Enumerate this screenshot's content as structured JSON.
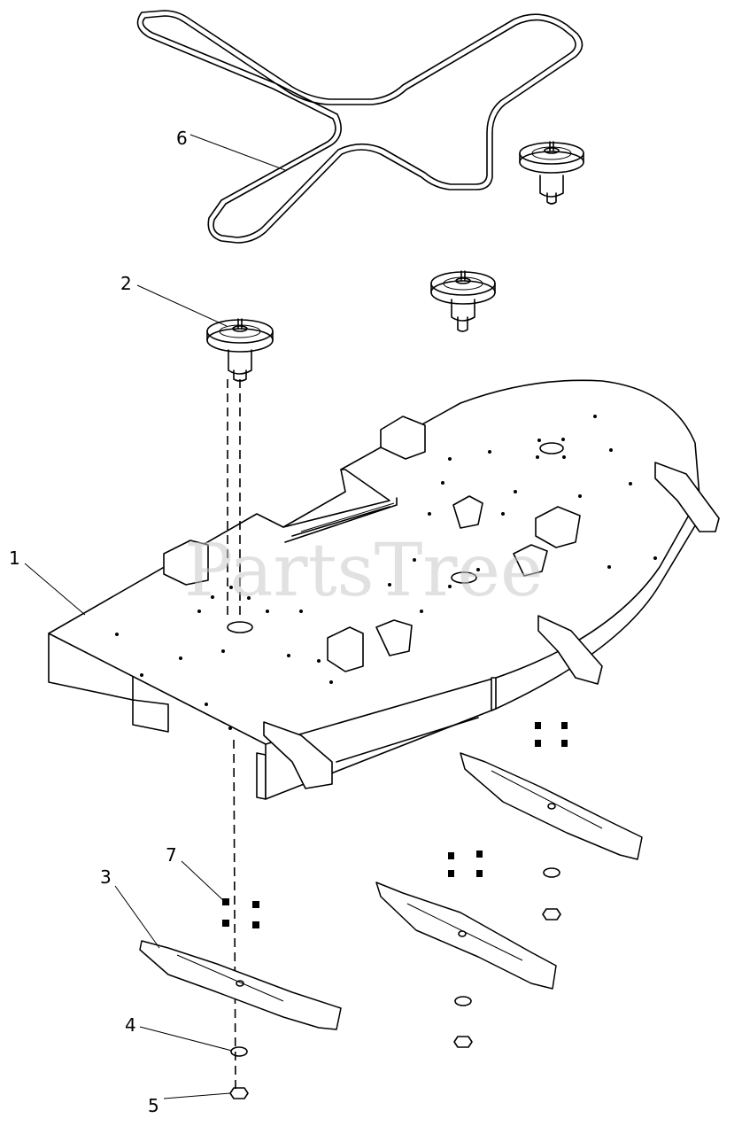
{
  "watermark": "PartsTree",
  "callouts": [
    "1",
    "2",
    "3",
    "4",
    "5",
    "6",
    "7"
  ]
}
